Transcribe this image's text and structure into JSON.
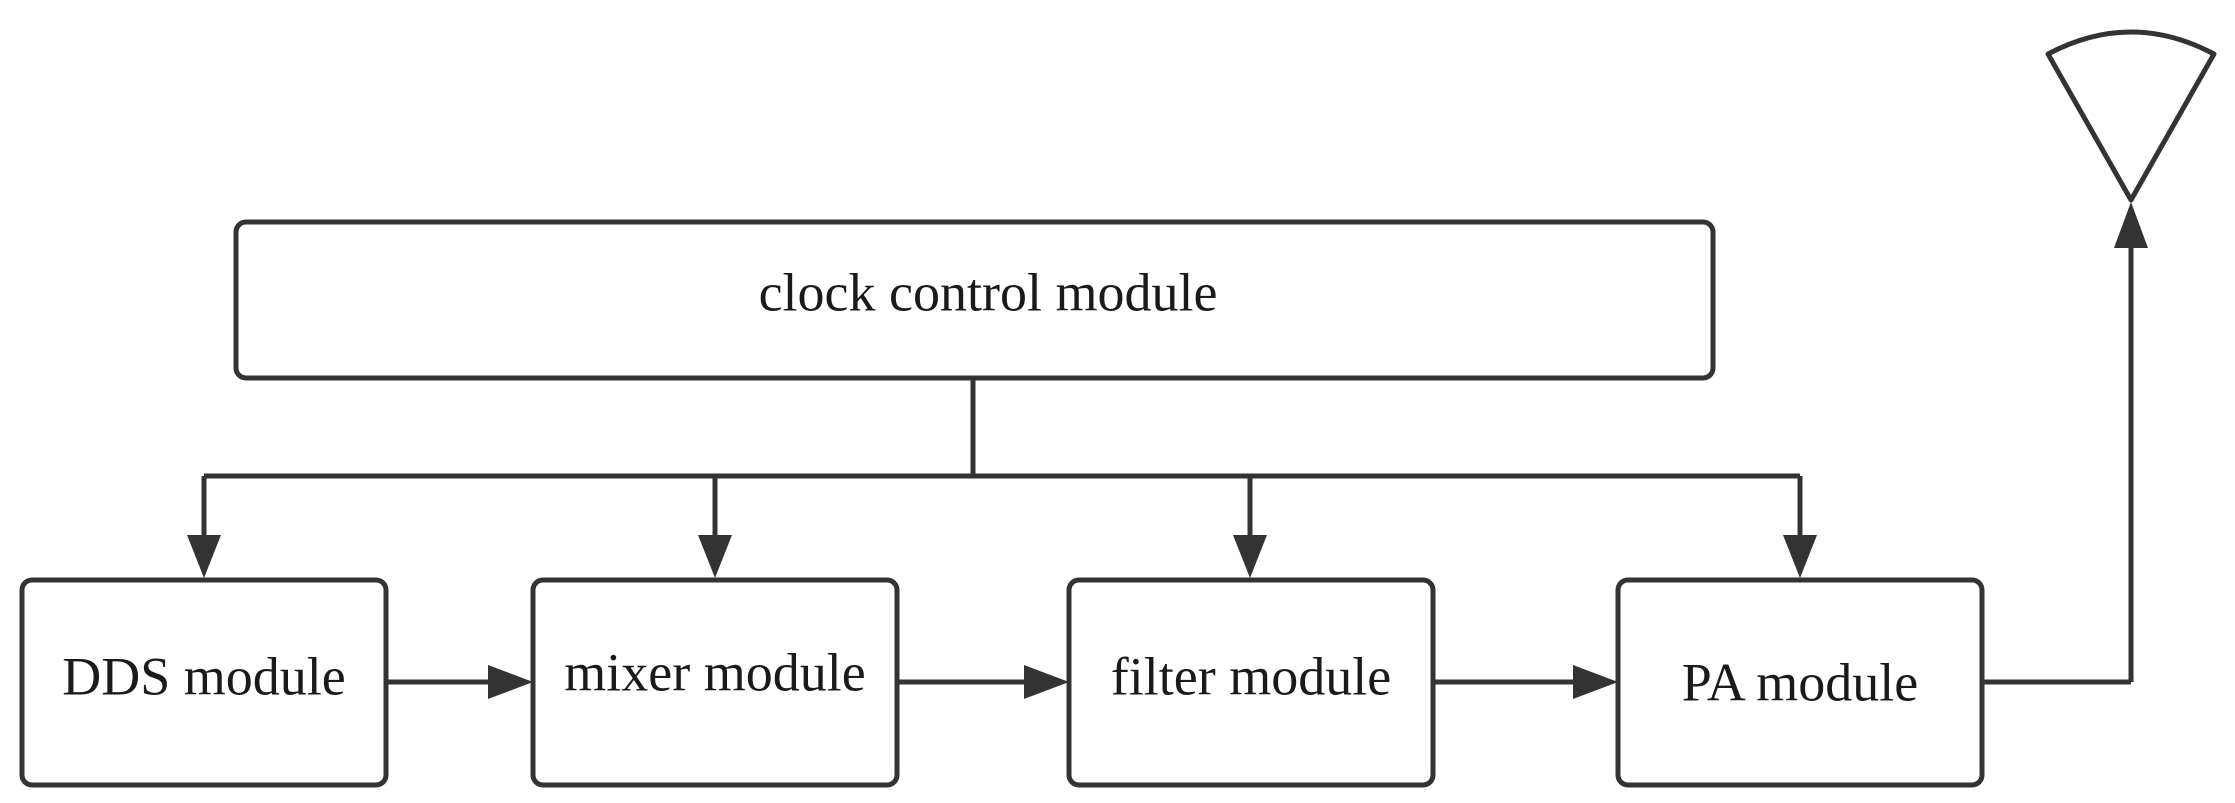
{
  "diagram": {
    "clock": {
      "label": "clock control module"
    },
    "modules": [
      {
        "label": "DDS module"
      },
      {
        "label": "mixer module"
      },
      {
        "label": "filter module"
      },
      {
        "label": "PA module"
      }
    ]
  },
  "colors": {
    "stroke": "#333333",
    "text": "#1a1a1a",
    "background": "#ffffff"
  },
  "icons": {
    "antenna": "antenna-icon"
  }
}
